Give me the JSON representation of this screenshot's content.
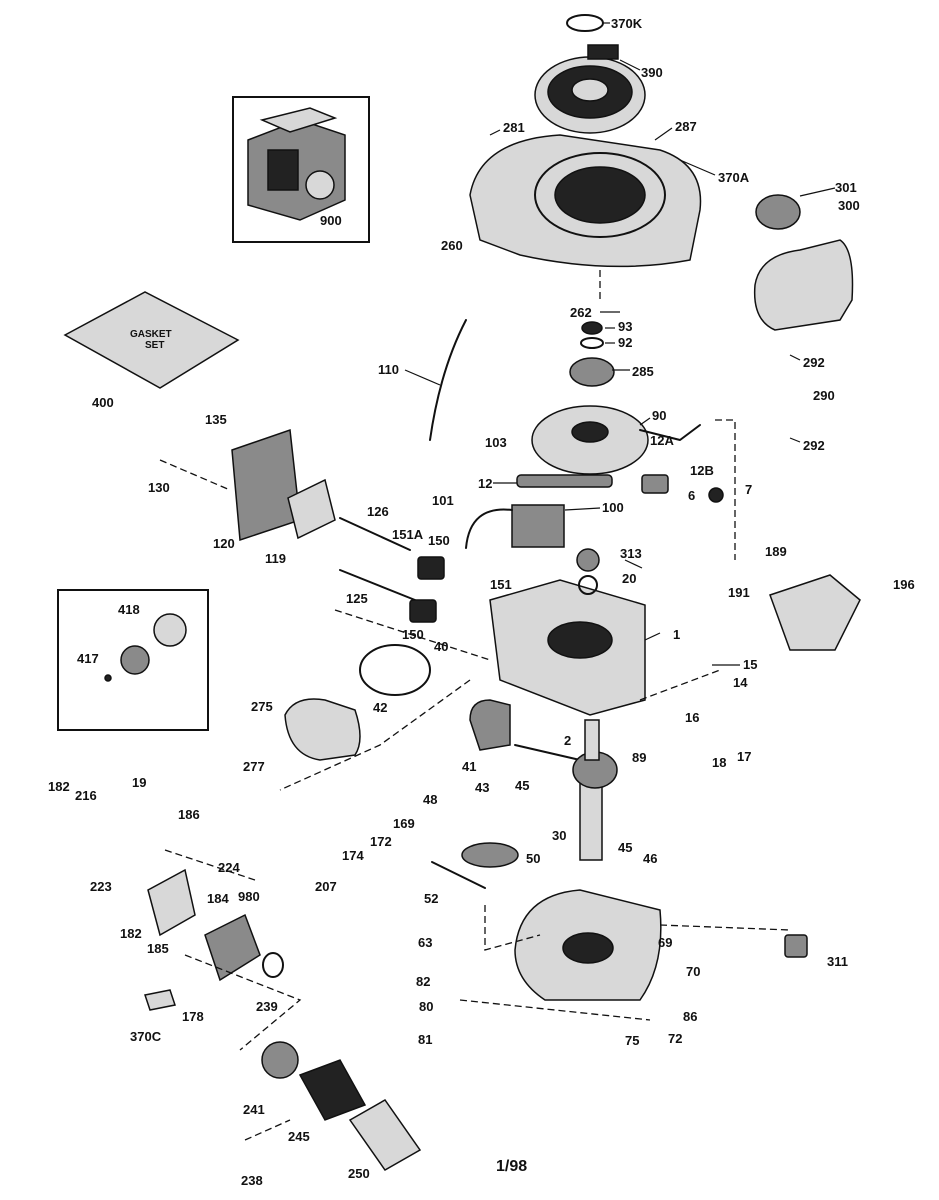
{
  "labels": {
    "p370K": "370K",
    "p390": "390",
    "p281": "281",
    "p287": "287",
    "p370A": "370A",
    "p260": "260",
    "p900": "900",
    "p301": "301",
    "p300": "300",
    "p262": "262",
    "p93": "93",
    "p92": "92",
    "p285": "285",
    "p90": "90",
    "p110": "110",
    "p400": "400",
    "gasket_line1": "GASKET",
    "gasket_line2": "SET",
    "p292a": "292",
    "p290": "290",
    "p292b": "292",
    "p135": "135",
    "p130": "130",
    "p103": "103",
    "p12A": "12A",
    "p12": "12",
    "p12B": "12B",
    "p6": "6",
    "p7": "7",
    "p101": "101",
    "p100": "100",
    "p120": "120",
    "p119": "119",
    "p126": "126",
    "p151A": "151A",
    "p150a": "150",
    "p313": "313",
    "p20": "20",
    "p189": "189",
    "p196": "196",
    "p191": "191",
    "p125": "125",
    "p151": "151",
    "p150b": "150",
    "p40": "40",
    "p418": "418",
    "p417": "417",
    "p1": "1",
    "p15": "15",
    "p14": "14",
    "p42": "42",
    "p275": "275",
    "p16": "16",
    "p2": "2",
    "p17": "17",
    "p18": "18",
    "p41": "41",
    "p89": "89",
    "p277": "277",
    "p43": "43",
    "p45a": "45",
    "p182a": "182",
    "p216": "216",
    "p19": "19",
    "p186": "186",
    "p48": "48",
    "p169": "169",
    "p172": "172",
    "p30": "30",
    "p45b": "45",
    "p46": "46",
    "p174": "174",
    "p224": "224",
    "p50": "50",
    "p207": "207",
    "p52": "52",
    "p223": "223",
    "p184": "184",
    "p980": "980",
    "p182b": "182",
    "p185": "185",
    "p69": "69",
    "p63": "63",
    "p311": "311",
    "p70": "70",
    "p82": "82",
    "p178": "178",
    "p239": "239",
    "p80": "80",
    "p86": "86",
    "p370C": "370C",
    "p81": "81",
    "p75": "75",
    "p72": "72",
    "p241": "241",
    "p245": "245",
    "p238": "238",
    "p250": "250"
  },
  "footer": {
    "date_code": "1/98"
  }
}
